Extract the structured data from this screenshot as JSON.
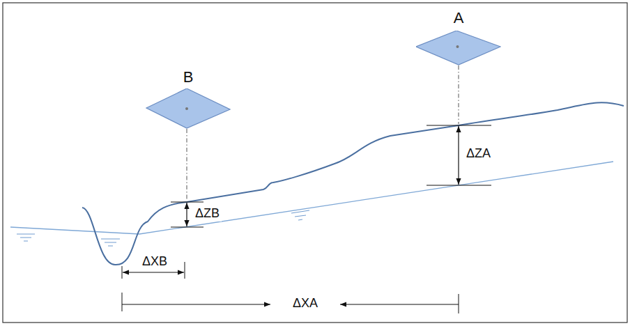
{
  "diagram": {
    "nodes": [
      {
        "text": [
          "A"
        ]
      },
      {
        "text": [
          "B"
        ]
      }
    ],
    "labels": [
      "ΔZA",
      "ΔZB",
      "ΔXB",
      "ΔXA"
    ]
  }
}
